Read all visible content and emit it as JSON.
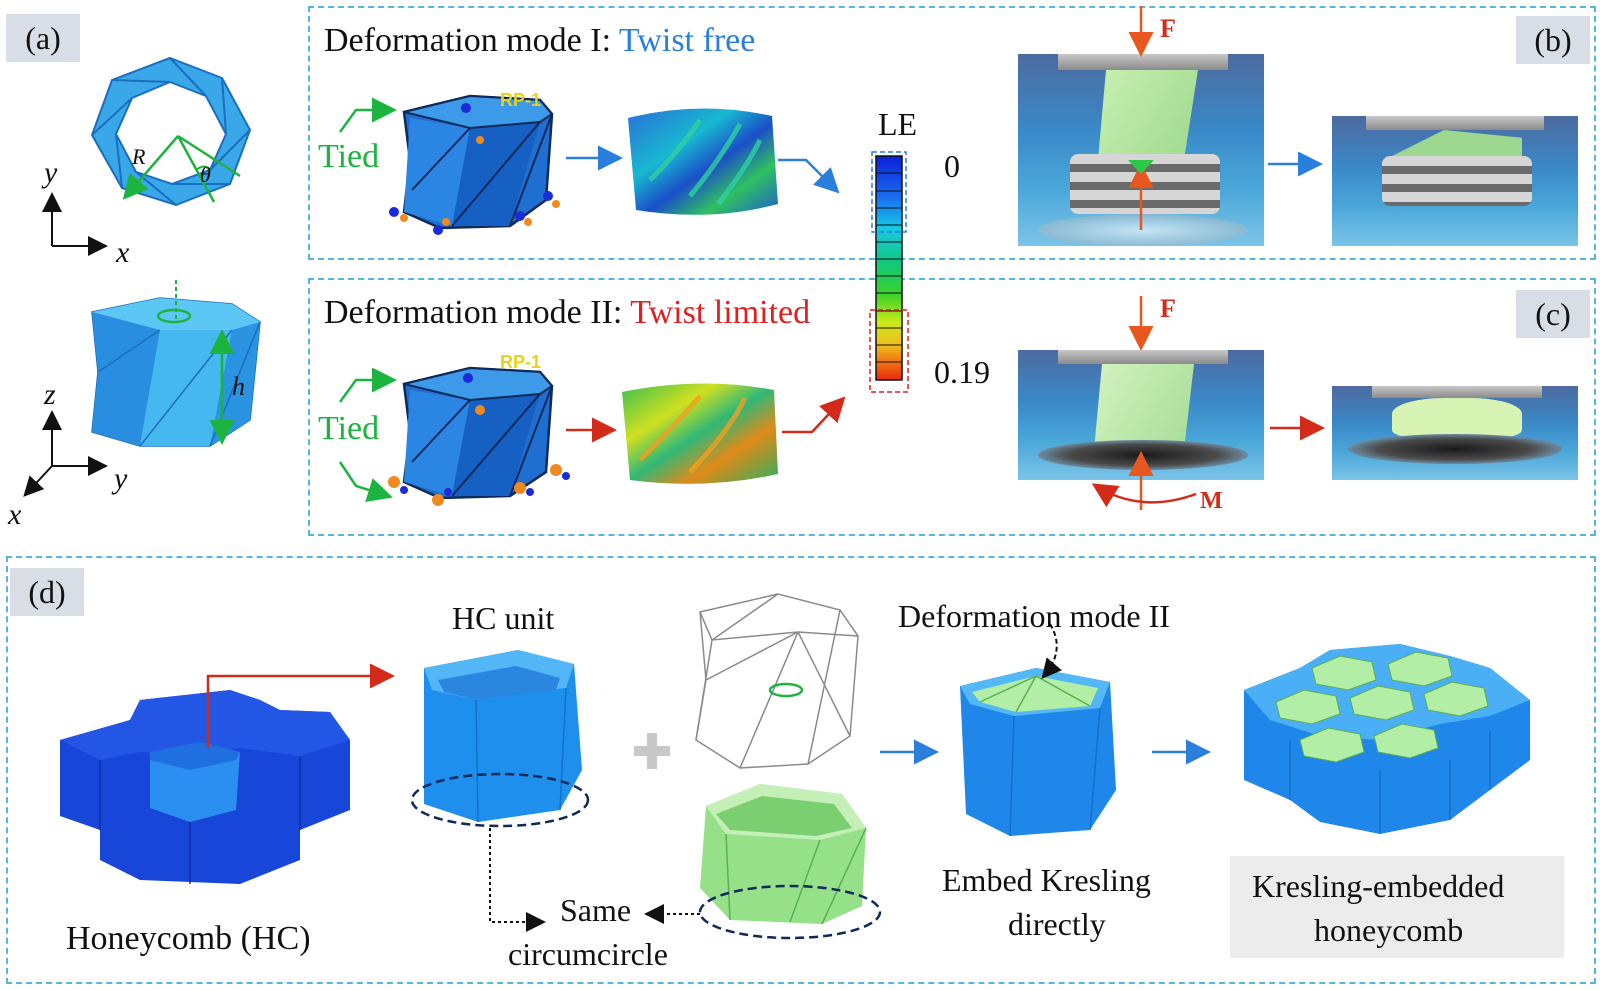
{
  "labels": {
    "a": "(a)",
    "b": "(b)",
    "c": "(c)",
    "d": "(d)"
  },
  "mode1": {
    "prefix": "Deformation mode I: ",
    "name": "Twist free",
    "name_color": "#2a7fdc"
  },
  "mode2": {
    "prefix": "Deformation mode II: ",
    "name": "Twist limited",
    "name_color": "#e02020"
  },
  "tied_1": "Tied",
  "tied_2": "Tied",
  "rp_1": "RP-1",
  "rp_2": "RP-1",
  "colorbar": {
    "title": "LE",
    "min": "0",
    "max": "0.19"
  },
  "axes_top": {
    "y": "y",
    "x": "x"
  },
  "axes_bottom": {
    "z": "z",
    "y": "y",
    "x": "x"
  },
  "geom_symbols": {
    "R": "R",
    "theta": "θ",
    "h": "h"
  },
  "force": {
    "F1": "F",
    "F2": "F",
    "M": "M"
  },
  "panel_d": {
    "hc_unit": "HC unit",
    "honeycomb": "Honeycomb (HC)",
    "same": "Same",
    "circumcircle": "circumcircle",
    "deformation_mode": "Deformation mode II",
    "embed_1": "Embed Kresling",
    "embed_2": "directly",
    "kresling_1": "Kresling-embedded",
    "kresling_2": "honeycomb"
  },
  "colors": {
    "dashed_border": "#56b7de",
    "tied_green": "#1db33f",
    "arrow_blue": "#2a7fdc",
    "arrow_red": "#d42a1a",
    "hc_blue": "#1f7fe6",
    "kresling_green": "#a9e8a0"
  }
}
